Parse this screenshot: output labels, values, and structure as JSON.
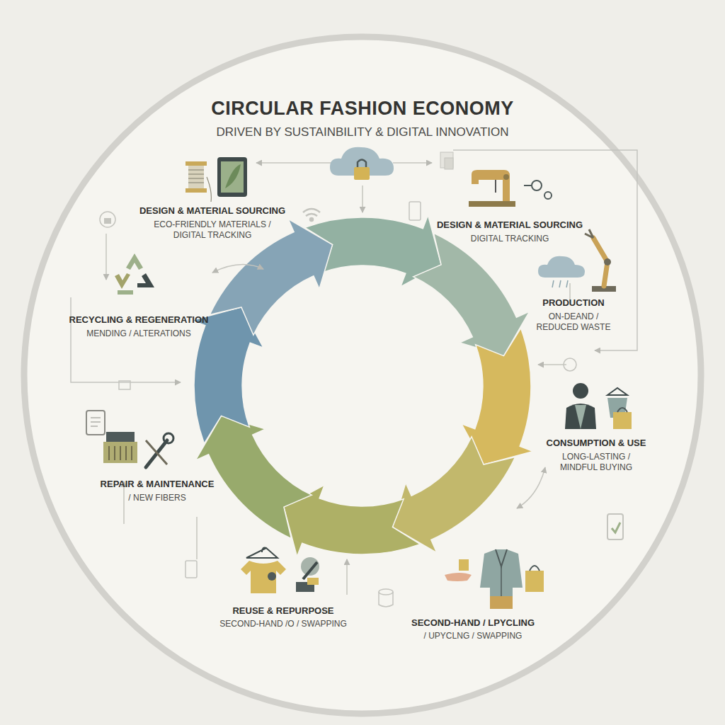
{
  "diagram": {
    "title": "CIRCULAR FASHION ECONOMY",
    "labels": [
      "DRIVEN BY SUSTAINBILITY & DIGITAL INNOVATION",
      "DESIGN & MATERIAL SOURCING",
      "ECO-FRIENDLY MATERIALS / DIGITAL TRACKING",
      "DESIGN & MATERIAL SOURCING",
      "DIGITAL TRACKING",
      "RECYCLING & REGENERATION",
      "MENDING / ALTERATIONS",
      "PRODUCTION",
      "ON-DEAND / REDUCED WASTE",
      "CONSUMPTION & USE",
      "LONG-LASTING / MINDFUL BUYING",
      "REPAIR & MAINTENANCE",
      "/ NEW FIBERS",
      "REUSE & REPURPOSE",
      "SECOND-HAND /O / SWAPPING",
      "SECOND-HAND / LPYCLING",
      "/ UPYCLNG / SWAPPING"
    ]
  }
}
